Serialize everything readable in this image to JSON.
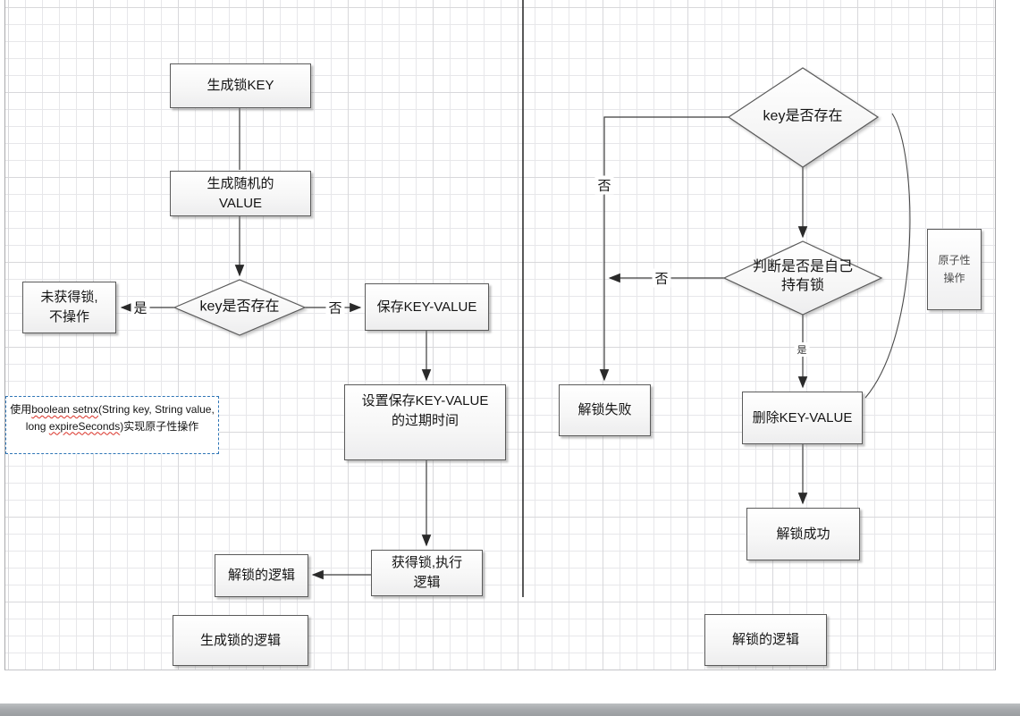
{
  "labels": {
    "yes": "是",
    "no": "否"
  },
  "left_flow": {
    "gen_key": "生成锁KEY",
    "gen_value": "生成随机的\nVALUE",
    "key_exists": "key是否存在",
    "not_acquired": "未获得锁,\n不操作",
    "save_kv": "保存KEY-VALUE",
    "set_expire": "设置保存KEY-VALUE\n的过期时间",
    "acquire_exec": "获得锁,执行\n逻辑",
    "unlock_ref": "解锁的逻辑",
    "section_label": "生成锁的逻辑",
    "note": {
      "seg1": "使用",
      "seg2": "boolean setnx",
      "seg3": "(String key, String value, long ",
      "seg4": "expireSeconds",
      "seg5": ")实现原子性操作"
    }
  },
  "right_flow": {
    "key_exists": "key是否存在",
    "holds_lock": "判断是否是自己\n持有锁",
    "unlock_fail": "解锁失败",
    "delete_kv": "删除KEY-VALUE",
    "unlock_success": "解锁成功",
    "atomic_note": "原子性\n操作",
    "section_label": "解锁的逻辑"
  },
  "colors": {
    "note_border": "#2e75b6",
    "spellcheck_underline": "#d93025",
    "connector": "#3c3c3c",
    "grid_line": "#e7e7ea",
    "bottom_bar": "#a7aaad"
  }
}
